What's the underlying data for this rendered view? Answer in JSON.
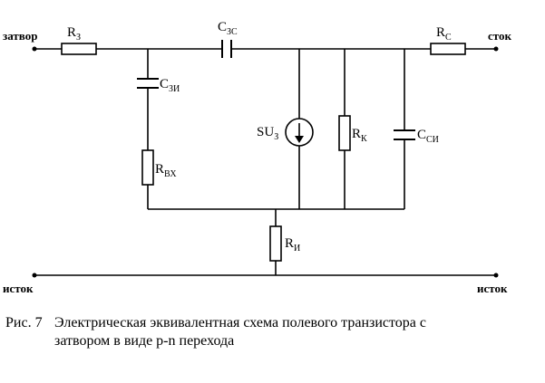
{
  "terminals": {
    "gate": "затвор",
    "drain": "сток",
    "source_left": "исток",
    "source_right": "исток"
  },
  "components": {
    "r_gate": {
      "main": "R",
      "sub": "З"
    },
    "c_gate_drain": {
      "main": "C",
      "sub": "ЗС"
    },
    "r_drain": {
      "main": "R",
      "sub": "С"
    },
    "c_gate_source": {
      "main": "C",
      "sub": "ЗИ"
    },
    "r_input": {
      "main": "R",
      "sub": "ВХ"
    },
    "current_source": {
      "main": "SU",
      "sub": "З"
    },
    "r_channel": {
      "main": "R",
      "sub": "К"
    },
    "c_drain_source": {
      "main": "C",
      "sub": "СИ"
    },
    "r_source": {
      "main": "R",
      "sub": "И"
    }
  },
  "caption": {
    "number": "Рис. 7",
    "line1": "Электрическая эквивалентная схема полевого транзистора с",
    "line2": "затвором в виде p-n перехода"
  }
}
